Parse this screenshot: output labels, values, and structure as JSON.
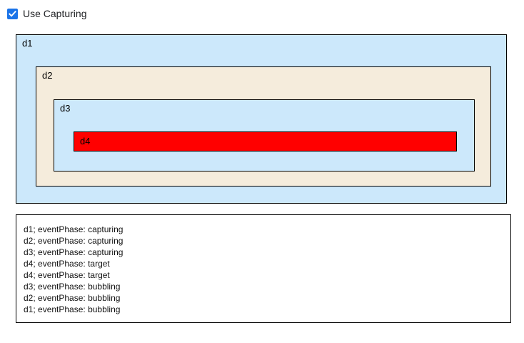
{
  "controls": {
    "capturing_checkbox": {
      "label": "Use Capturing",
      "checked": true,
      "icon": "checkmark-icon",
      "accent_color": "#1a73e8"
    }
  },
  "boxes": [
    {
      "id": "d1",
      "label": "d1",
      "background": "#cce8fb",
      "border": "#000000"
    },
    {
      "id": "d2",
      "label": "d2",
      "background": "#f5ecdc",
      "border": "#000000"
    },
    {
      "id": "d3",
      "label": "d3",
      "background": "#cce8fb",
      "border": "#000000"
    },
    {
      "id": "d4",
      "label": "d4",
      "background": "#ff0000",
      "border": "#000000"
    }
  ],
  "log": {
    "lines": [
      "d1; eventPhase: capturing",
      "d2; eventPhase: capturing",
      "d3; eventPhase: capturing",
      "d4; eventPhase: target",
      "d4; eventPhase: target",
      "d3; eventPhase: bubbling",
      "d2; eventPhase: bubbling",
      "d1; eventPhase: bubbling"
    ]
  }
}
